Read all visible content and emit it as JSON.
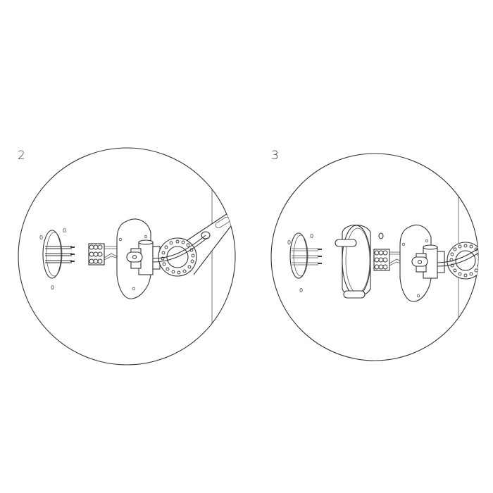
{
  "diagram": {
    "type": "installation-instructions",
    "steps": [
      {
        "number": "2",
        "description": "Wall hole with three wires, terminal block connector, mounting base plate with cable clamp, and lamp arm with cable passing through ring flange",
        "components": [
          "wall-hole",
          "wires",
          "terminal-block",
          "mounting-plate",
          "cable-clamp",
          "ring-flange",
          "lamp-arm"
        ]
      },
      {
        "number": "3",
        "description": "Wall hole with three wires, round junction box, terminal block connector, mounting base plate with cable clamp, and ring flange on arm",
        "components": [
          "wall-hole",
          "wires",
          "junction-box",
          "terminal-block",
          "mounting-plate",
          "cable-clamp",
          "ring-flange"
        ]
      }
    ],
    "colors": {
      "stroke": "#333333",
      "background": "#ffffff"
    }
  }
}
